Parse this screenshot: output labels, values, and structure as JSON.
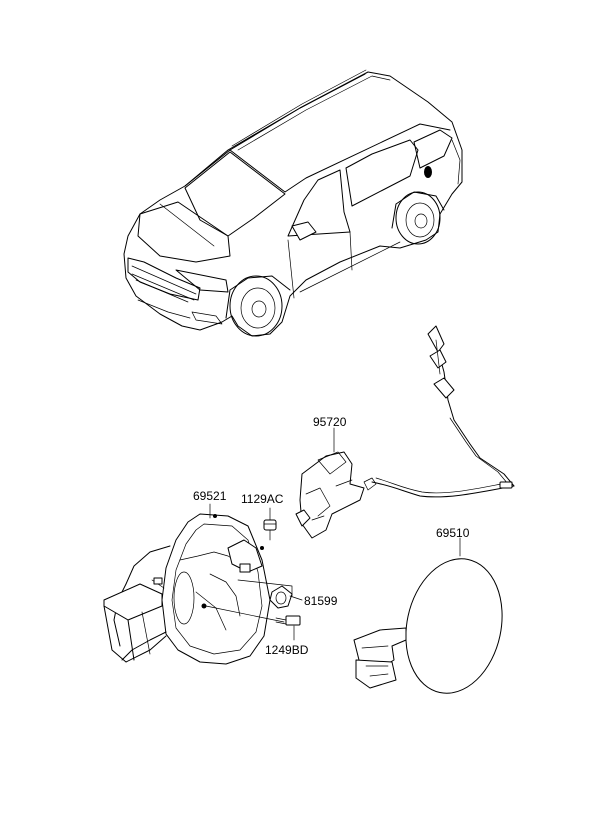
{
  "parts": {
    "p95720": "95720",
    "p69521": "69521",
    "p1129AC": "1129AC",
    "p81599": "81599",
    "p1249BD": "1249BD",
    "p69510": "69510"
  },
  "colors": {
    "ink": "#000000",
    "paper": "#ffffff"
  }
}
